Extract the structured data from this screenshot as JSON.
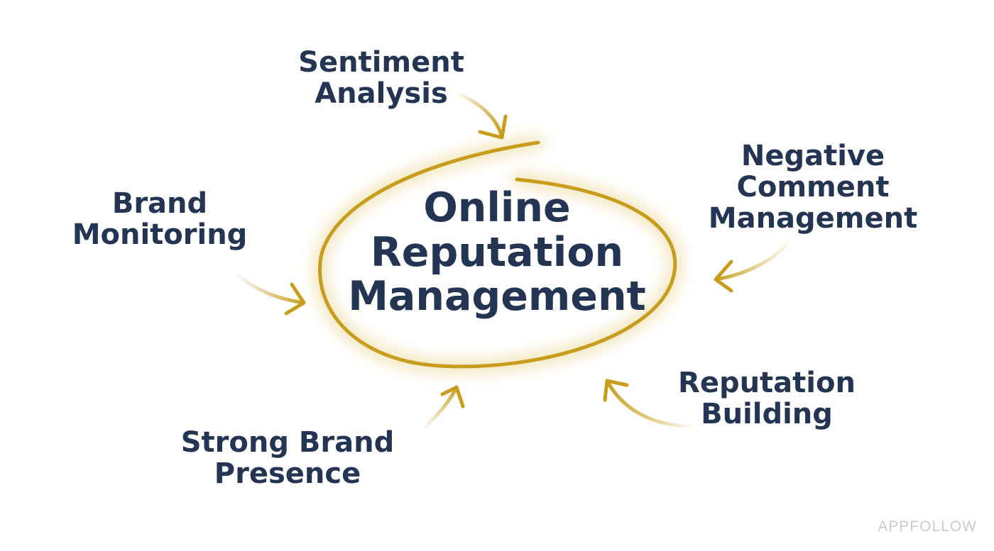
{
  "center": {
    "lines": [
      "Online",
      "Reputation",
      "Management"
    ]
  },
  "nodes": {
    "sentiment_analysis": [
      "Sentiment",
      "Analysis"
    ],
    "brand_monitoring": [
      "Brand",
      "Monitoring"
    ],
    "negative_comment_management": [
      "Negative",
      "Comment",
      "Management"
    ],
    "reputation_building": [
      "Reputation",
      "Building"
    ],
    "strong_brand_presence": [
      "Strong Brand",
      "Presence"
    ]
  },
  "watermark": "APPFOLLOW",
  "colors": {
    "text": "#233553",
    "accent": "#c99d1c",
    "glow": "#f1e2b4",
    "watermark": "#c9cbd1"
  }
}
